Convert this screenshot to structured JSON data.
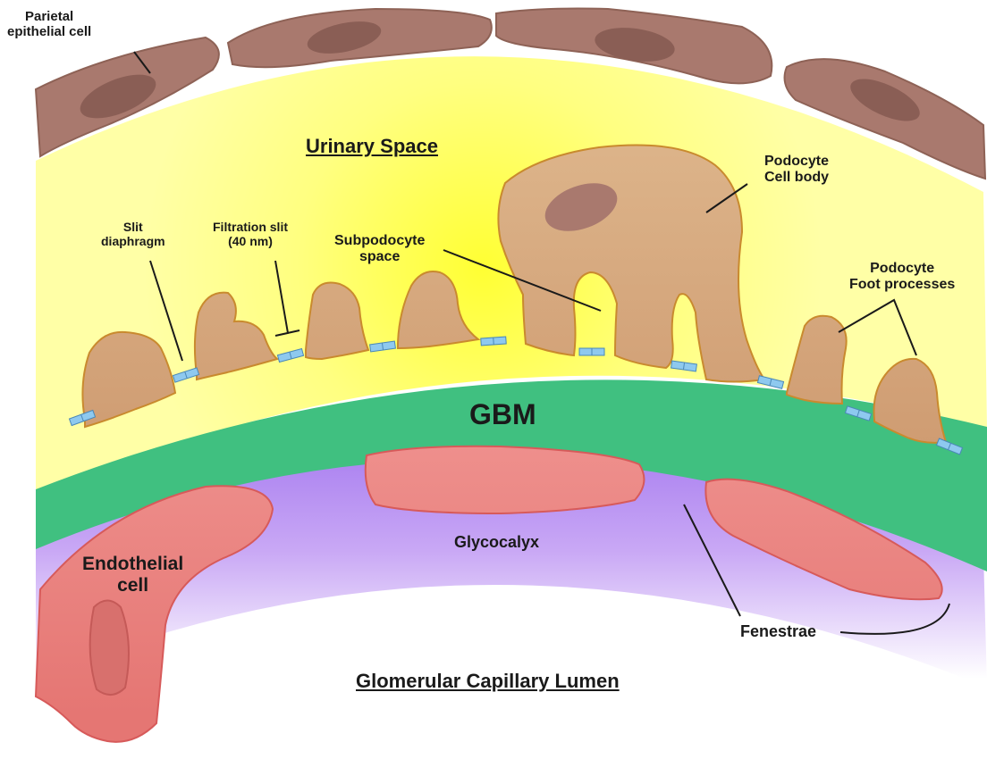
{
  "labels": {
    "parietal": "Parietal\nepithelial cell",
    "urinary_space": "Urinary Space",
    "slit_diaphragm": "Slit\ndiaphragm",
    "filtration_slit": "Filtration slit\n(40 nm)",
    "subpodocyte": "Subpodocyte\nspace",
    "podocyte_body": "Podocyte\nCell body",
    "foot_processes": "Podocyte\nFoot processes",
    "gbm": "GBM",
    "glycocalyx": "Glycocalyx",
    "endothelial": "Endothelial\ncell",
    "fenestrae": "Fenestrae",
    "lumen": "Glomerular Capillary Lumen"
  },
  "colors": {
    "urinary_space": "#ffff8a",
    "urinary_glow": "#ffff33",
    "parietal_cell": "#a9796e",
    "parietal_nucleus": "#8a5e55",
    "podocyte": "#d9ad82",
    "podocyte_outline": "#c98a2e",
    "gbm": "#40c080",
    "glycocalyx": "#b78cf0",
    "endothelial": "#ea8684",
    "endothelial_outline": "#d75a5a",
    "slit_diaphragm": "#8ec9ef"
  }
}
